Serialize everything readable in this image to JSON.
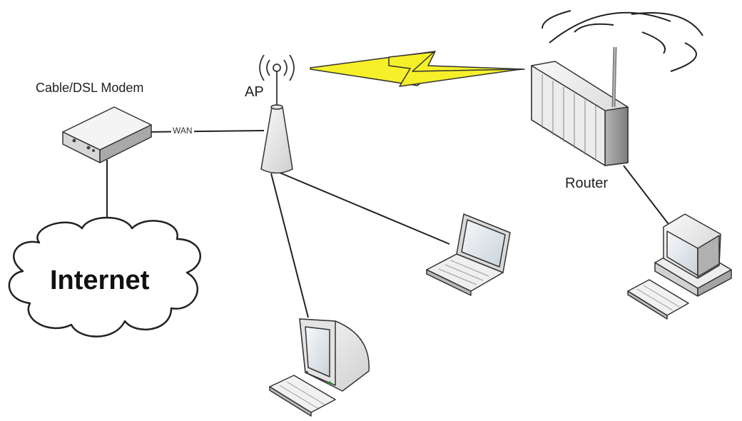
{
  "labels": {
    "modem": "Cable/DSL Modem",
    "ap": "AP",
    "wan": "WAN",
    "router": "Router",
    "internet": "Internet"
  },
  "colors": {
    "line": "#222222",
    "device_light": "#f2f2f2",
    "device_mid": "#d8d8d8",
    "device_dark": "#9a9a9a",
    "bolt": "#f5f02a",
    "screen": "#e9eef2"
  },
  "icons": [
    "modem-icon",
    "ap-antenna-icon",
    "router-icon",
    "laptop-icon",
    "desktop-computer-icon",
    "crt-computer-icon",
    "internet-cloud-icon",
    "wireless-link-bolt-icon",
    "wireless-signal-icon"
  ]
}
